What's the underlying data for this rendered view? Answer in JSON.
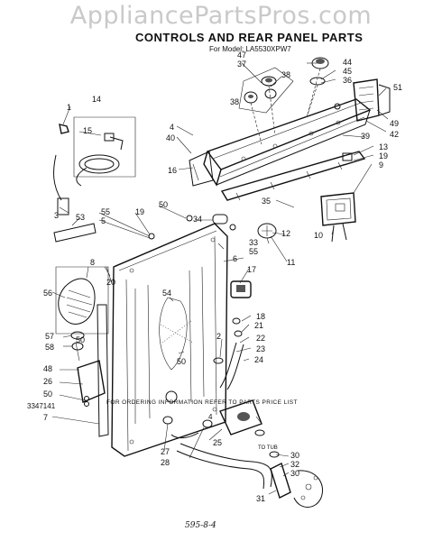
{
  "watermark": "AppliancePartsPros.com",
  "header": {
    "title": "CONTROLS AND REAR PANEL PARTS",
    "model": "For Model: LA5530XPW7"
  },
  "footer": {
    "doc_number": "3347141",
    "order_note": "FOR ORDERING INFORMATION REFER TO PARTS PRICE LIST",
    "page_number": "4",
    "handwritten_note": "595-8-4"
  },
  "callouts": {
    "c47": "47",
    "c37": "37",
    "c38a": "38",
    "c38b": "38",
    "c44": "44",
    "c45": "45",
    "c36": "36",
    "c51": "51",
    "c49": "49",
    "c42": "42",
    "c14": "14",
    "c1": "1",
    "c15": "15",
    "c4": "4",
    "c40": "40",
    "c16": "16",
    "c39": "39",
    "c13": "13",
    "c19a": "19",
    "c9": "9",
    "c3": "3",
    "c53": "53",
    "c55a": "55",
    "c5": "5",
    "c19b": "19",
    "c50a": "50",
    "c34": "34",
    "c35": "35",
    "c33": "33",
    "c55b": "55",
    "c12": "12",
    "c11": "11",
    "c10": "10",
    "c6": "6",
    "c17": "17",
    "c8": "8",
    "c20": "20",
    "c56": "56",
    "c54": "54",
    "c18": "18",
    "c21": "21",
    "c22": "22",
    "c2": "2",
    "c23": "23",
    "c24": "24",
    "c57": "57",
    "c58": "58",
    "c50b": "50",
    "c48": "48",
    "c26": "26",
    "c50c": "50",
    "c50d": "50",
    "c7": "7",
    "c25": "25",
    "c27": "27",
    "c28": "28",
    "c30a": "30",
    "c32": "32",
    "c30b": "30",
    "c31": "31"
  },
  "to_tub_label": "TO TUB"
}
